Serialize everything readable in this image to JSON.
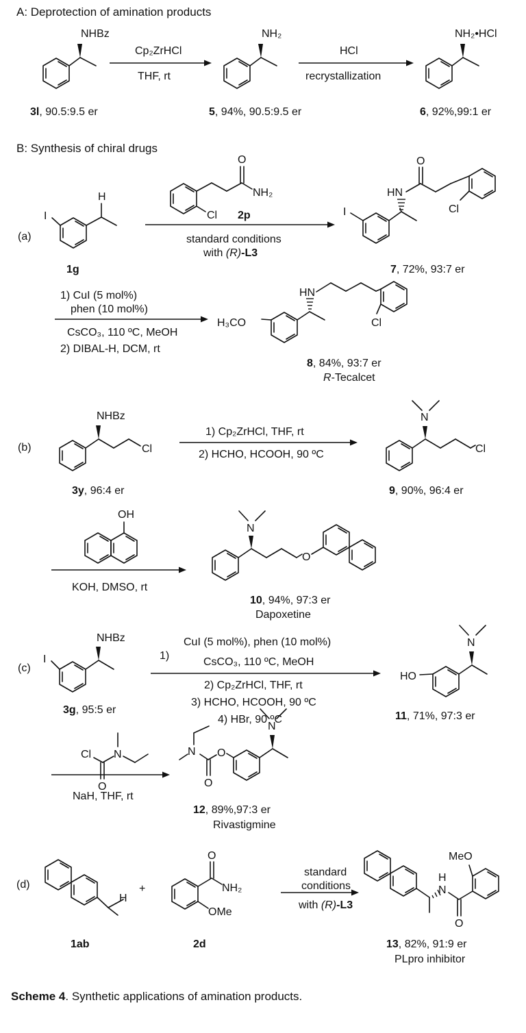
{
  "section_a": {
    "title": "A: Deprotection of amination products",
    "start": {
      "id": "3l",
      "detail": ", 90.5:9.5 er",
      "group": "NHBz"
    },
    "step1": {
      "reagent": "Cp₂ZrHCl",
      "solvent": "THF, rt"
    },
    "middle": {
      "id": "5",
      "detail": ", 94%, 90.5:9.5 er",
      "group": "NH₂"
    },
    "step2": {
      "reagent": "HCl",
      "condition": "recrystallization"
    },
    "product": {
      "id": "6",
      "detail": ", 92%,99:1 er",
      "group": "NH₂•HCl"
    }
  },
  "section_b": {
    "title": "B: Synthesis of chiral drugs",
    "route_a": {
      "label": "(a)",
      "start": {
        "id": "1g",
        "atom_i": "I",
        "atom_h": "H"
      },
      "reagent": {
        "id": "2p",
        "nh2": "NH₂",
        "o": "O",
        "cl": "Cl"
      },
      "conditions": {
        "line1": "standard conditions",
        "line2_pre": "with ",
        "line2_ital": "(R)",
        "line2_post": "-L3"
      },
      "product": {
        "id": "7",
        "detail": ", 72%, 93:7 er",
        "hn": "HN",
        "o": "O",
        "cl": "Cl",
        "i": "I"
      },
      "step2": {
        "line1": "1) CuI (5 mol%)",
        "line2": "phen (10 mol%)",
        "line3": "CsCO₃, 110 ºC, MeOH",
        "line4": "2) DIBAL-H, DCM, rt"
      },
      "drug": {
        "id": "8",
        "detail": ", 84%, 93:7 er",
        "name_ital": "R",
        "name_post": "-Tecalcet",
        "h3co": "H₃CO",
        "hn": "HN",
        "cl": "Cl"
      }
    },
    "route_b": {
      "label": "(b)",
      "start": {
        "id": "3y",
        "detail": ", 96:4 er",
        "group": "NHBz",
        "cl": "Cl"
      },
      "conditions": {
        "line1": "1) Cp₂ZrHCl, THF, rt",
        "line2": "2)  HCHO, HCOOH, 90 ºC"
      },
      "product": {
        "id": "9",
        "detail": ", 90%, 96:4 er",
        "n": "N",
        "cl": "Cl"
      },
      "step2": {
        "reagent_oh": "OH",
        "conditions": "KOH, DMSO, rt"
      },
      "drug": {
        "id": "10",
        "detail": ", 94%, 97:3 er",
        "name": "Dapoxetine",
        "n": "N",
        "o": "O"
      }
    },
    "route_c": {
      "label": "(c)",
      "start": {
        "id": "3g",
        "detail": ", 95:5 er",
        "group": "NHBz",
        "i": "I"
      },
      "conditions": {
        "num1": "1)",
        "line1": "CuI (5 mol%), phen (10 mol%)",
        "line2": "CsCO₃, 110 ºC, MeOH",
        "line3": "2) Cp₂ZrHCl, THF, rt",
        "line4": "3) HCHO, HCOOH, 90 ºC",
        "line5": "4) HBr, 90 ºC"
      },
      "product": {
        "id": "11",
        "detail": ", 71%, 97:3 er",
        "ho": "HO",
        "n": "N"
      },
      "step2": {
        "cl": "Cl",
        "n": "N",
        "o": "O",
        "conditions": "NaH, THF, rt"
      },
      "drug": {
        "id": "12",
        "detail": ", 89%,97:3 er",
        "name": "Rivastigmine",
        "n1": "N",
        "n2": "N",
        "o1": "O",
        "o2": "O"
      }
    },
    "route_d": {
      "label": "(d)",
      "start": {
        "id": "1ab",
        "h": "H"
      },
      "plus": "+",
      "reagent": {
        "id": "2d",
        "o": "O",
        "nh2": "NH₂",
        "ome": "OMe"
      },
      "conditions": {
        "line1": "standard",
        "line2": "conditions",
        "line3_pre": "with ",
        "line3_ital": "(R)",
        "line3_post": "-L3"
      },
      "product": {
        "id": "13",
        "detail": ", 82%, 91:9 er",
        "name": "PLpro inhibitor",
        "meo": "MeO",
        "h": "H",
        "n": "N",
        "o": "O"
      }
    }
  },
  "caption": {
    "label": "Scheme 4",
    "text": ". Synthetic applications of amination products."
  }
}
